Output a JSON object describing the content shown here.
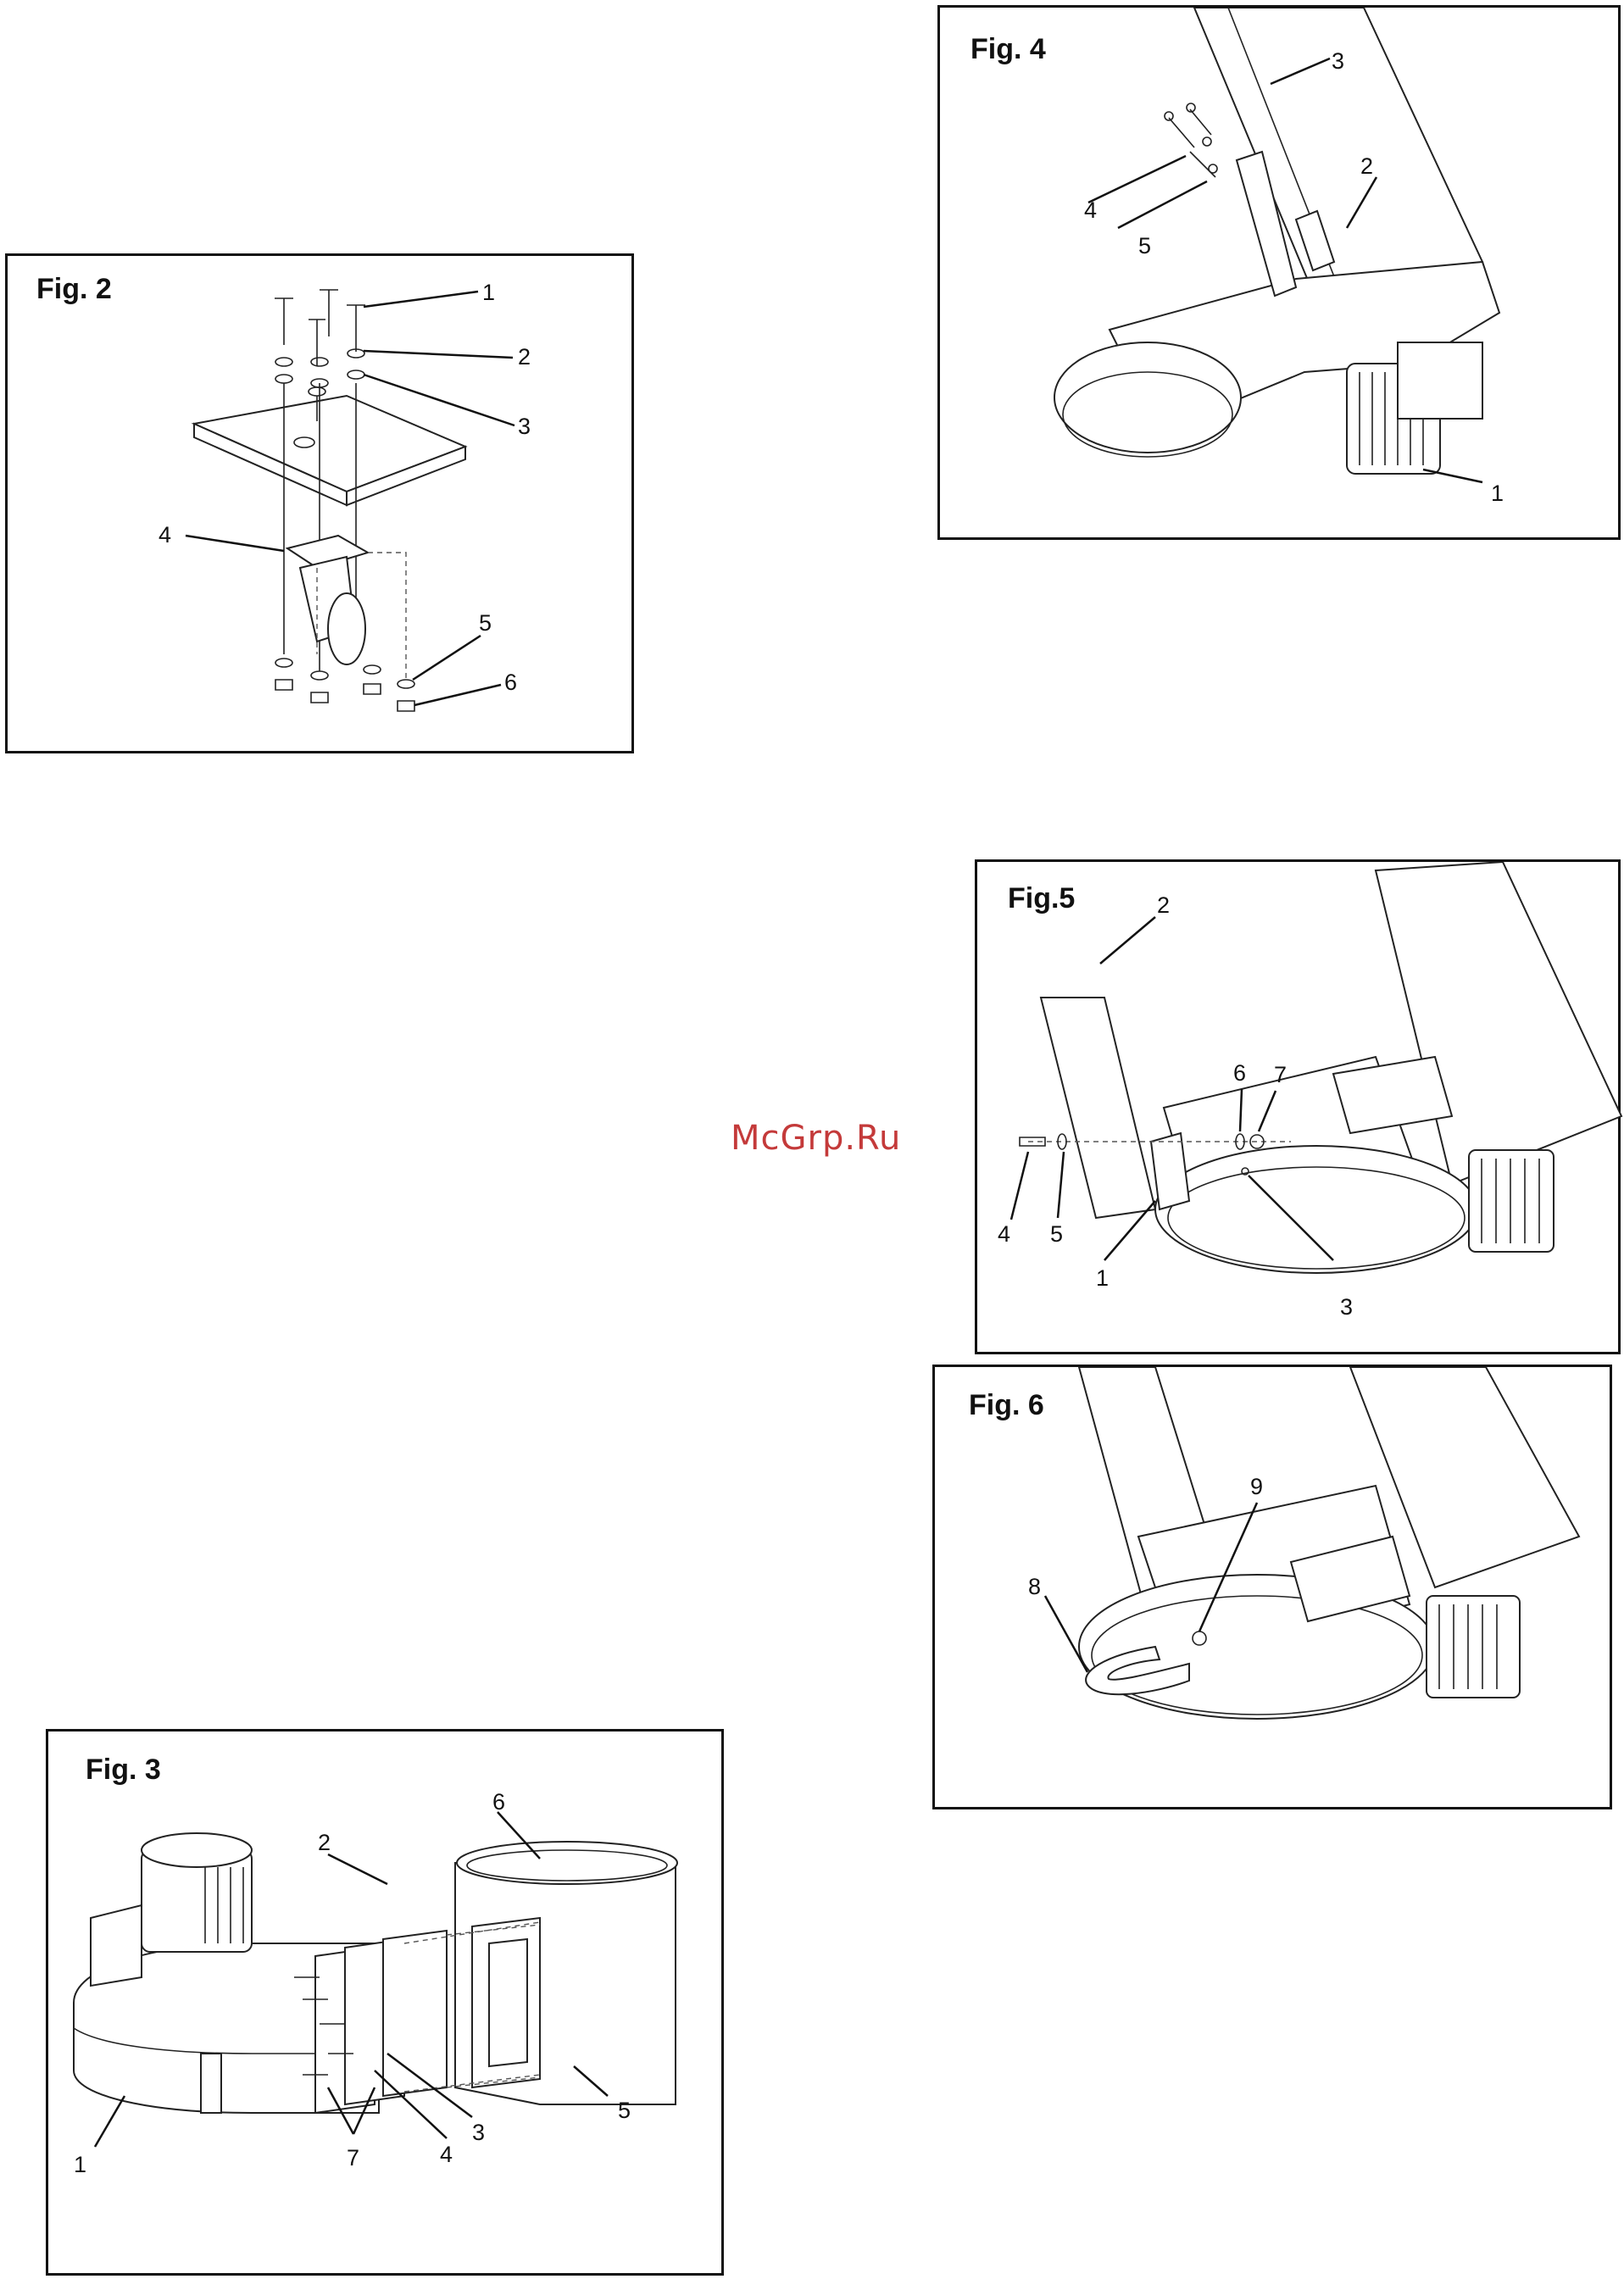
{
  "watermark": "McGrp.Ru",
  "figures": {
    "fig2": {
      "title": "Fig. 2",
      "labels": [
        "1",
        "2",
        "3",
        "4",
        "5",
        "6"
      ]
    },
    "fig3": {
      "title": "Fig. 3",
      "labels": [
        "1",
        "2",
        "3",
        "4",
        "5",
        "6",
        "7"
      ]
    },
    "fig4": {
      "title": "Fig. 4",
      "labels": [
        "1",
        "2",
        "3",
        "4",
        "5"
      ]
    },
    "fig5": {
      "title": "Fig.5",
      "labels": [
        "1",
        "2",
        "3",
        "4",
        "5",
        "6",
        "7"
      ]
    },
    "fig6": {
      "title": "Fig. 6",
      "labels": [
        "8",
        "9"
      ]
    }
  }
}
